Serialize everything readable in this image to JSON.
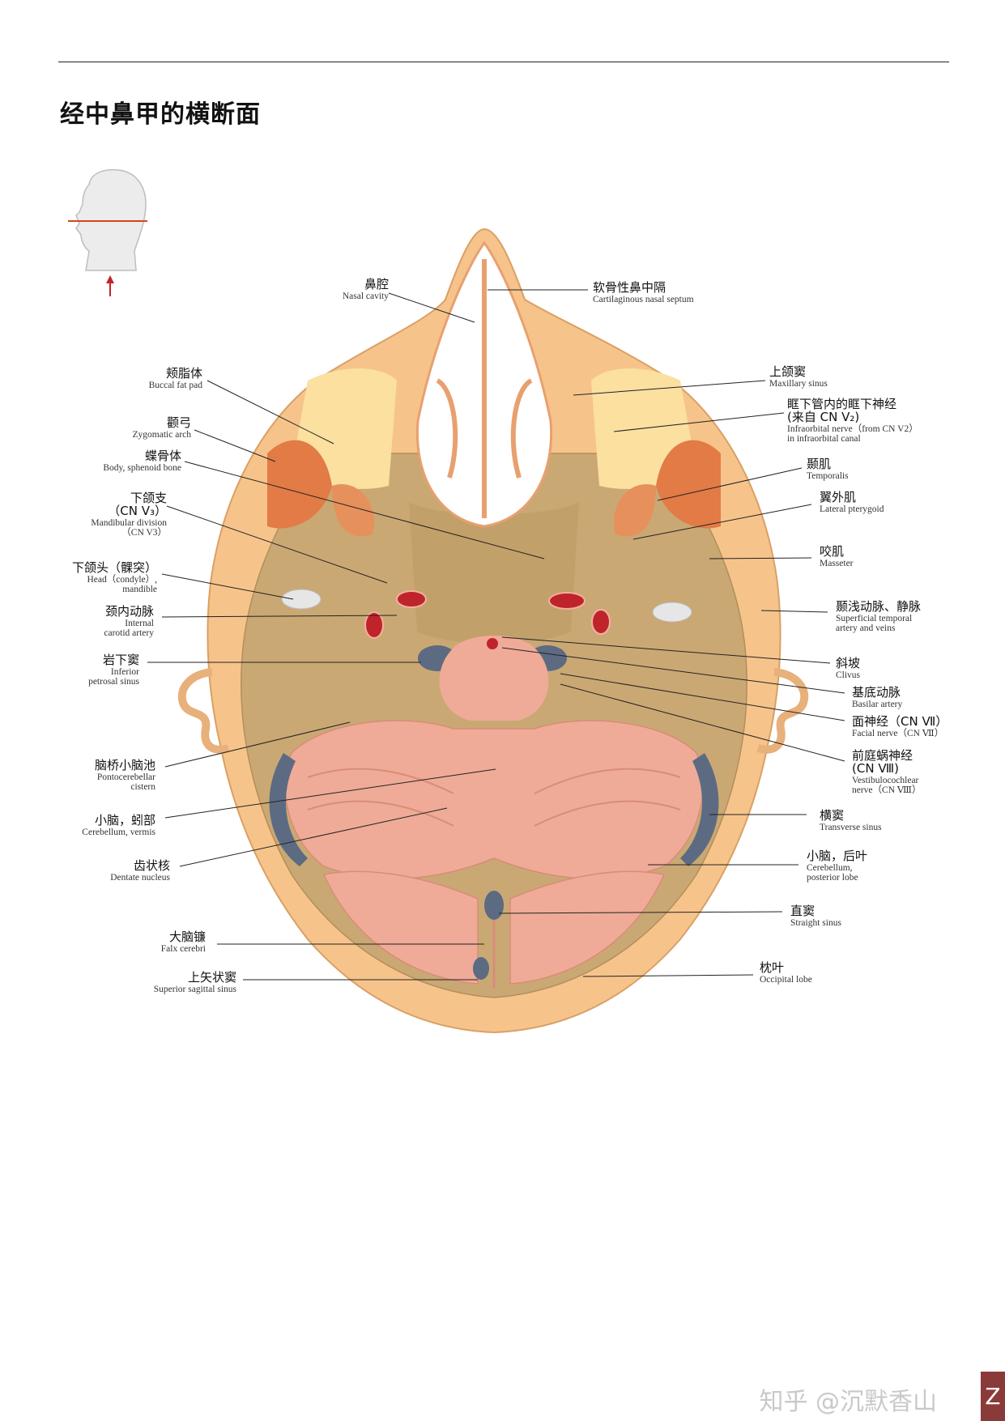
{
  "page": {
    "title": "经中鼻甲的横断面"
  },
  "labels": {
    "nasal_cavity": {
      "zh": "鼻腔",
      "en": "Nasal cavity"
    },
    "nasal_septum": {
      "zh": "软骨性鼻中隔",
      "en": "Cartilaginous nasal septum"
    },
    "buccal_fat": {
      "zh": "颊脂体",
      "en": "Buccal fat pad"
    },
    "maxillary_sinus": {
      "zh": "上颌窦",
      "en": "Maxillary sinus"
    },
    "zygomatic_arch": {
      "zh": "颧弓",
      "en": "Zygomatic arch"
    },
    "infraorbital_nerve": {
      "zh": "眶下管内的眶下神经",
      "zh2": "(来自 CN V₂)",
      "en": "Infraorbital nerve（from CN V2）",
      "en2": "in infraorbital canal"
    },
    "sphenoid_body": {
      "zh": "蝶骨体",
      "en": "Body, sphenoid bone"
    },
    "temporalis": {
      "zh": "颞肌",
      "en": "Temporalis"
    },
    "mandibular_division": {
      "zh": "下颌支",
      "zh2": "（CN V₃）",
      "en": "Mandibular division",
      "en2": "（CN V3）"
    },
    "lateral_pterygoid": {
      "zh": "翼外肌",
      "en": "Lateral pterygoid"
    },
    "masseter": {
      "zh": "咬肌",
      "en": "Masseter"
    },
    "condyle": {
      "zh": "下颌头（髁突）",
      "en": "Head（condyle）,",
      "en2": "mandible"
    },
    "superficial_temporal": {
      "zh": "颞浅动脉、静脉",
      "en": "Superficial temporal",
      "en2": "artery and veins"
    },
    "internal_carotid": {
      "zh": "颈内动脉",
      "en": "Internal",
      "en2": "carotid artery"
    },
    "clivus": {
      "zh": "斜坡",
      "en": "Clivus"
    },
    "inferior_petrosal": {
      "zh": "岩下窦",
      "en": "Inferior",
      "en2": "petrosal sinus"
    },
    "basilar_artery": {
      "zh": "基底动脉",
      "en": "Basilar artery"
    },
    "facial_nerve": {
      "zh": "面神经（CN Ⅶ）",
      "en": "Facial nerve（CN Ⅶ）"
    },
    "vestibulocochlear": {
      "zh": "前庭蜗神经",
      "zh2": "(CN Ⅷ)",
      "en": "Vestibulocochlear",
      "en2": "nerve（CN Ⅷ）"
    },
    "pontocerebellar": {
      "zh": "脑桥小脑池",
      "en": "Pontocerebellar",
      "en2": "cistern"
    },
    "vermis": {
      "zh": "小脑，蚓部",
      "en": "Cerebellum, vermis"
    },
    "transverse_sinus": {
      "zh": "横窦",
      "en": "Transverse sinus"
    },
    "dentate": {
      "zh": "齿状核",
      "en": "Dentate nucleus"
    },
    "posterior_lobe": {
      "zh": "小脑，后叶",
      "en": "Cerebellum,",
      "en2": "posterior lobe"
    },
    "straight_sinus": {
      "zh": "直窦",
      "en": "Straight sinus"
    },
    "falx": {
      "zh": "大脑镰",
      "en": "Falx cerebri"
    },
    "occipital": {
      "zh": "枕叶",
      "en": "Occipital lobe"
    },
    "sagittal_sinus": {
      "zh": "上矢状窦",
      "en": "Superior sagittal sinus"
    }
  },
  "watermark": {
    "text": "知乎 @沉默香山",
    "badge": "Z"
  },
  "colors": {
    "skin": "#f7c98e",
    "bone": "#c9ad7b",
    "muscle": "#e27b45",
    "brain": "#efab97",
    "sinus": "#5c6b82",
    "artery": "#c0242b",
    "fat": "#fbe4a4"
  }
}
